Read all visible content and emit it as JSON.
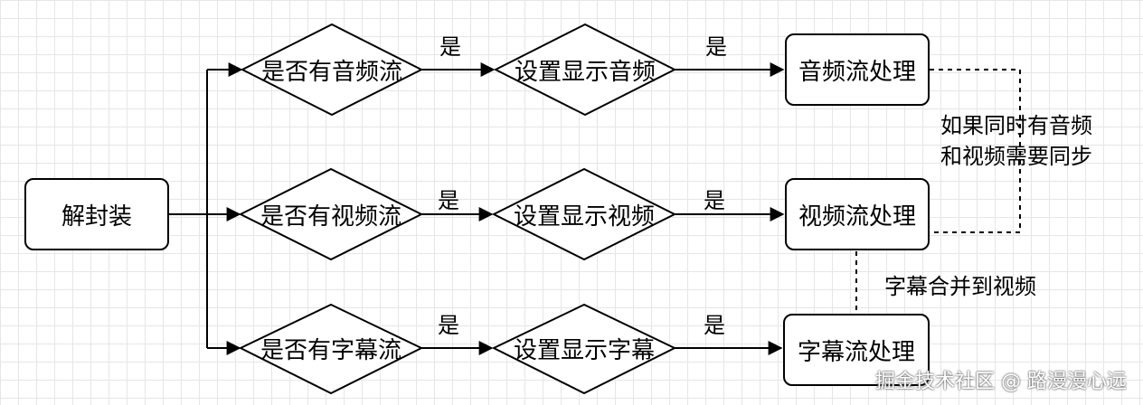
{
  "nodes": {
    "demux": "解封装",
    "has_audio": "是否有音频流",
    "has_video": "是否有视频流",
    "has_subtitle": "是否有字幕流",
    "set_audio": "设置显示音频",
    "set_video": "设置显示视频",
    "set_subtitle": "设置显示字幕",
    "audio_proc": "音频流处理",
    "video_proc": "视频流处理",
    "subtitle_proc": "字幕流处理"
  },
  "edge_labels": {
    "audio_yes_1": "是",
    "audio_yes_2": "是",
    "video_yes_1": "是",
    "video_yes_2": "是",
    "subtitle_yes_1": "是",
    "subtitle_yes_2": "是"
  },
  "notes": {
    "sync_line1": "如果同时有音频",
    "sync_line2": "和视频需要同步",
    "merge": "字幕合并到视频"
  },
  "watermark": "掘金技术社区 @ 路漫漫心远",
  "colors": {
    "stroke": "#000000",
    "grid": "#e6e6e6",
    "background": "#ffffff"
  }
}
